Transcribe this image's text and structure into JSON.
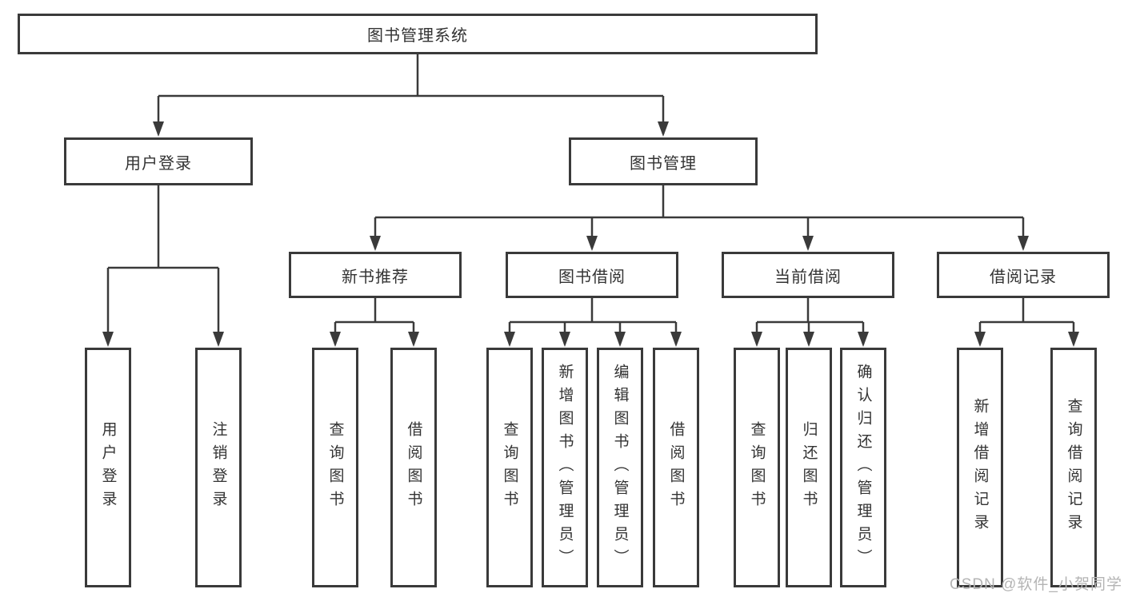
{
  "title": "图书管理系统",
  "level2": {
    "user_login": {
      "label": "用户登录",
      "children": [
        "用户登录",
        "注销登录"
      ]
    },
    "book_mgmt": {
      "label": "图书管理",
      "sections": {
        "new_book": {
          "label": "新书推荐",
          "children": [
            "查询图书",
            "借阅图书"
          ]
        },
        "borrow": {
          "label": "图书借阅",
          "children": [
            "查询图书",
            "新增图书（管理员）",
            "编辑图书（管理员）",
            "借阅图书"
          ]
        },
        "current": {
          "label": "当前借阅",
          "children": [
            "查询图书",
            "归还图书",
            "确认归还（管理员）"
          ]
        },
        "records": {
          "label": "借阅记录",
          "children": [
            "新增借阅记录",
            "查询借阅记录"
          ]
        }
      }
    }
  },
  "watermark": "CSDN @软件_小贺同学",
  "colors": {
    "line": "#3a3a3a",
    "text": "#333333",
    "watermark": "#b4b4b4",
    "background": "#ffffff"
  }
}
